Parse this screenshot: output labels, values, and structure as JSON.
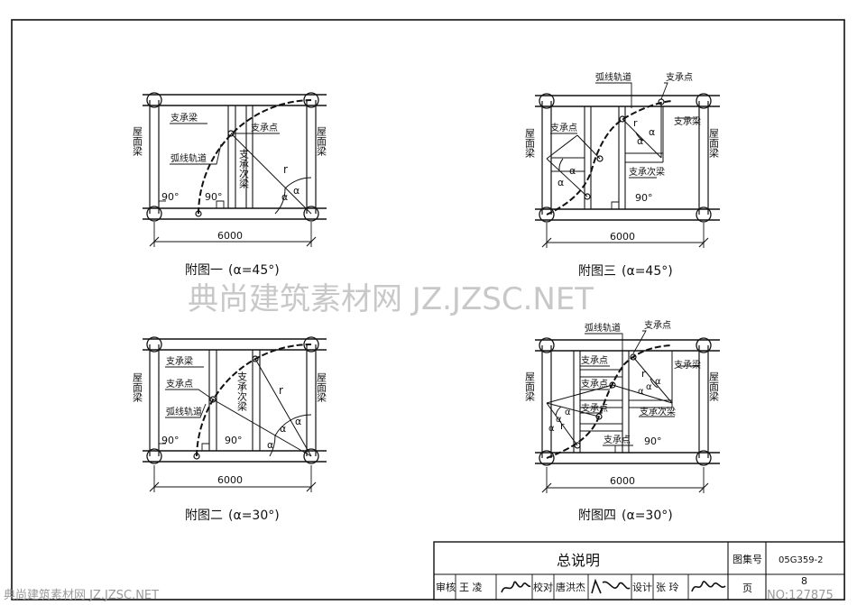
{
  "labels": {
    "roof_beam": "屋面梁",
    "support_beam": "支承梁",
    "support_point": "支承点",
    "arc_track": "弧线轨道",
    "secondary_beam": "支承次梁",
    "right_angle": "90°",
    "radius": "r",
    "alpha": "α",
    "span": "6000"
  },
  "figures": [
    {
      "caption": "附图一",
      "angle": "(α=45°)"
    },
    {
      "caption": "附图二",
      "angle": "(α=30°)"
    },
    {
      "caption": "附图三",
      "angle": "(α=45°)"
    },
    {
      "caption": "附图四",
      "angle": "(α=30°)"
    }
  ],
  "watermark": {
    "center": "典尚建筑素材网  JZ.JZSC.NET",
    "bottom_left": "典尚建筑素材网  JZ.JZSC.NET",
    "bottom_right": "NO:127875"
  },
  "title_block": {
    "title": "总说明",
    "atlas_no_label": "图集号",
    "atlas_no": "05G359-2",
    "page_label": "页",
    "page_no": "8",
    "review_label": "审核",
    "reviewer": "王  凌",
    "check_label": "校对",
    "checker": "唐洪杰",
    "design_label": "设计",
    "designer": "张  玲"
  }
}
